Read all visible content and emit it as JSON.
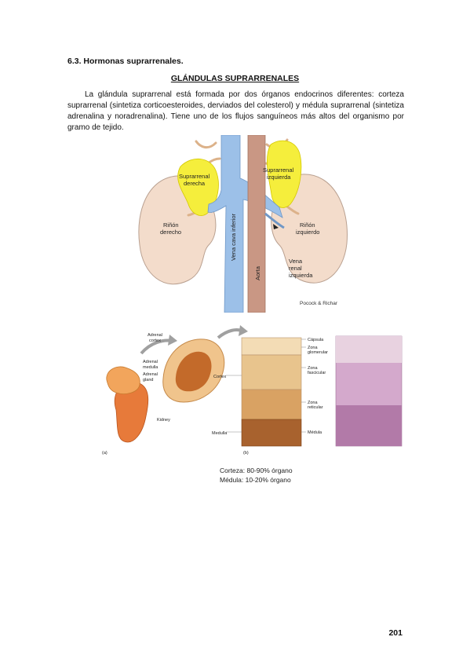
{
  "section_heading": "6.3. Hormonas suprarrenales.",
  "title": "GLÁNDULAS SUPRARRENALES",
  "intro_paragraph": "La glándula suprarrenal está formada por dos órganos endocrinos diferentes: corteza suprarrenal (sintetiza corticoesteroides, derviados del colesterol) y médula suprarrenal (sintetiza adrenalina y noradrenalina). Tiene uno de los flujos sanguíneos más altos del organismo por gramo de tejido.",
  "figure_top": {
    "labels": {
      "right_adrenal_1": "Suprarrenal",
      "right_adrenal_2": "derecha",
      "left_adrenal_1": "Suprarrenal",
      "left_adrenal_2": "izquierda",
      "right_kidney_1": "Riñón",
      "right_kidney_2": "derecho",
      "left_kidney_1": "Riñón",
      "left_kidney_2": "izquierdo",
      "vena_cava": "Vena cava inferior",
      "aorta": "Aorta",
      "renal_vein_1": "Vena",
      "renal_vein_2": "renal",
      "renal_vein_3": "izquierda",
      "credit": "Pocock & Richar"
    },
    "colors": {
      "kidney": "#f3dccb",
      "adrenal": "#f5ee3c",
      "vein": "#9cc0e8",
      "aorta": "#c99784",
      "vessels": "#dcb28a"
    }
  },
  "figure_bottom": {
    "labels": {
      "adrenal_cortex_1": "Adrenal",
      "adrenal_cortex_2": "cortex",
      "adrenal_medulla_1": "Adrenal",
      "adrenal_medulla_2": "medulla",
      "adrenal_gland_1": "Adrenal",
      "adrenal_gland_2": "gland",
      "kidney": "Kidney",
      "panel_a": "(a)",
      "panel_b": "(b)",
      "cortex": "Cortex",
      "medulla": "Medulla",
      "capsula": "Cápsula",
      "zona_glomerular_1": "Zona",
      "zona_glomerular_2": "glomerular",
      "zona_fascicular_1": "Zona",
      "zona_fascicular_2": "fascicular",
      "zona_reticular_1": "Zona",
      "zona_reticular_2": "reticular",
      "medula": "Médula"
    }
  },
  "caption": {
    "line1": "Corteza: 80-90% órgano",
    "line2": "Médula: 10-20% órgano"
  },
  "page_number": "201"
}
